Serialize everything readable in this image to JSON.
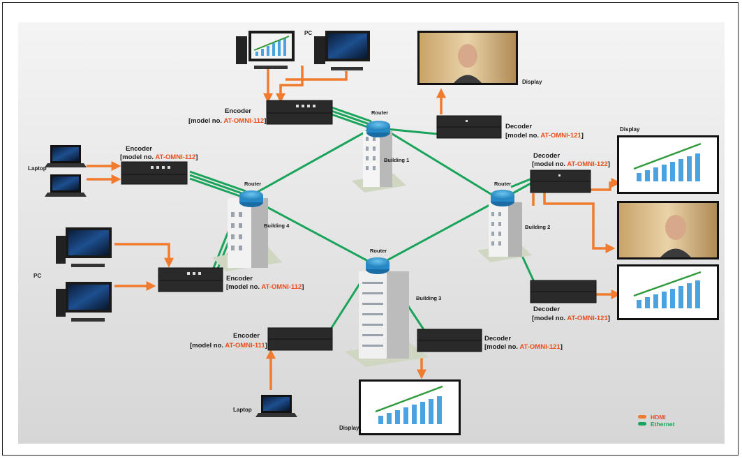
{
  "labels": {
    "pc": "PC",
    "laptop": "Laptop",
    "display": "Display",
    "router": "Router",
    "encoder": "Encoder",
    "decoder": "Decoder",
    "model_prefix": "[model no. ",
    "model_suffix": "]",
    "building1": "Building 1",
    "building2": "Building 2",
    "building3": "Building 3",
    "building4": "Building 4"
  },
  "models": {
    "omni112": "AT-OMNI-112",
    "omni111": "AT-OMNI-111",
    "omni121": "AT-OMNI-121",
    "omni122": "AT-OMNI-122"
  },
  "legend": {
    "hdmi": "HDMI",
    "ethernet": "Ethernet"
  },
  "colors": {
    "hdmi": "#f07a2e",
    "ethernet": "#1aa35a",
    "model_text": "#e94e1b",
    "background_top": "#f2f2f2",
    "background_bottom": "#d9d9d9"
  }
}
